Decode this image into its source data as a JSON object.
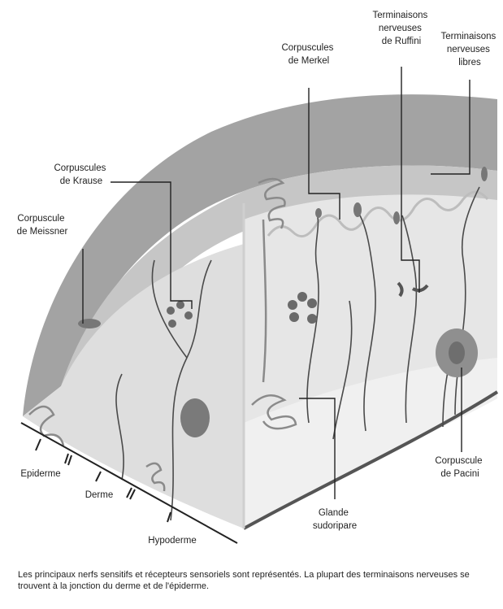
{
  "labels": {
    "merkel": [
      "Corpuscules",
      "de Merkel"
    ],
    "ruffini": [
      "Terminaisons",
      "nerveuses",
      "de Ruffini"
    ],
    "libres": [
      "Terminaisons",
      "nerveuses",
      "libres"
    ],
    "krause": [
      "Corpuscules",
      "de Krause"
    ],
    "meissner": [
      "Corpuscule",
      "de Meissner"
    ],
    "pacini": [
      "Corpuscule",
      "de Pacini"
    ],
    "glande": [
      "Glande",
      "sudoripare"
    ],
    "epiderme": [
      "Epiderme"
    ],
    "derme": [
      "Derme"
    ],
    "hypoderme": [
      "Hypoderme"
    ]
  },
  "caption": "Les principaux nerfs sensitifs et récepteurs sensoriels sont représentés. La plupart des terminaisons nerveuses se trouvent à la jonction du derme et de l'épiderme.",
  "colors": {
    "epidermis_outer": "#9e9e9e",
    "epidermis_inner": "#c4c4c4",
    "dermis": "#e0e0e0",
    "hypodermis": "#ececec",
    "nerve": "#4a4a4a",
    "pacini": "#8a8a8a"
  }
}
